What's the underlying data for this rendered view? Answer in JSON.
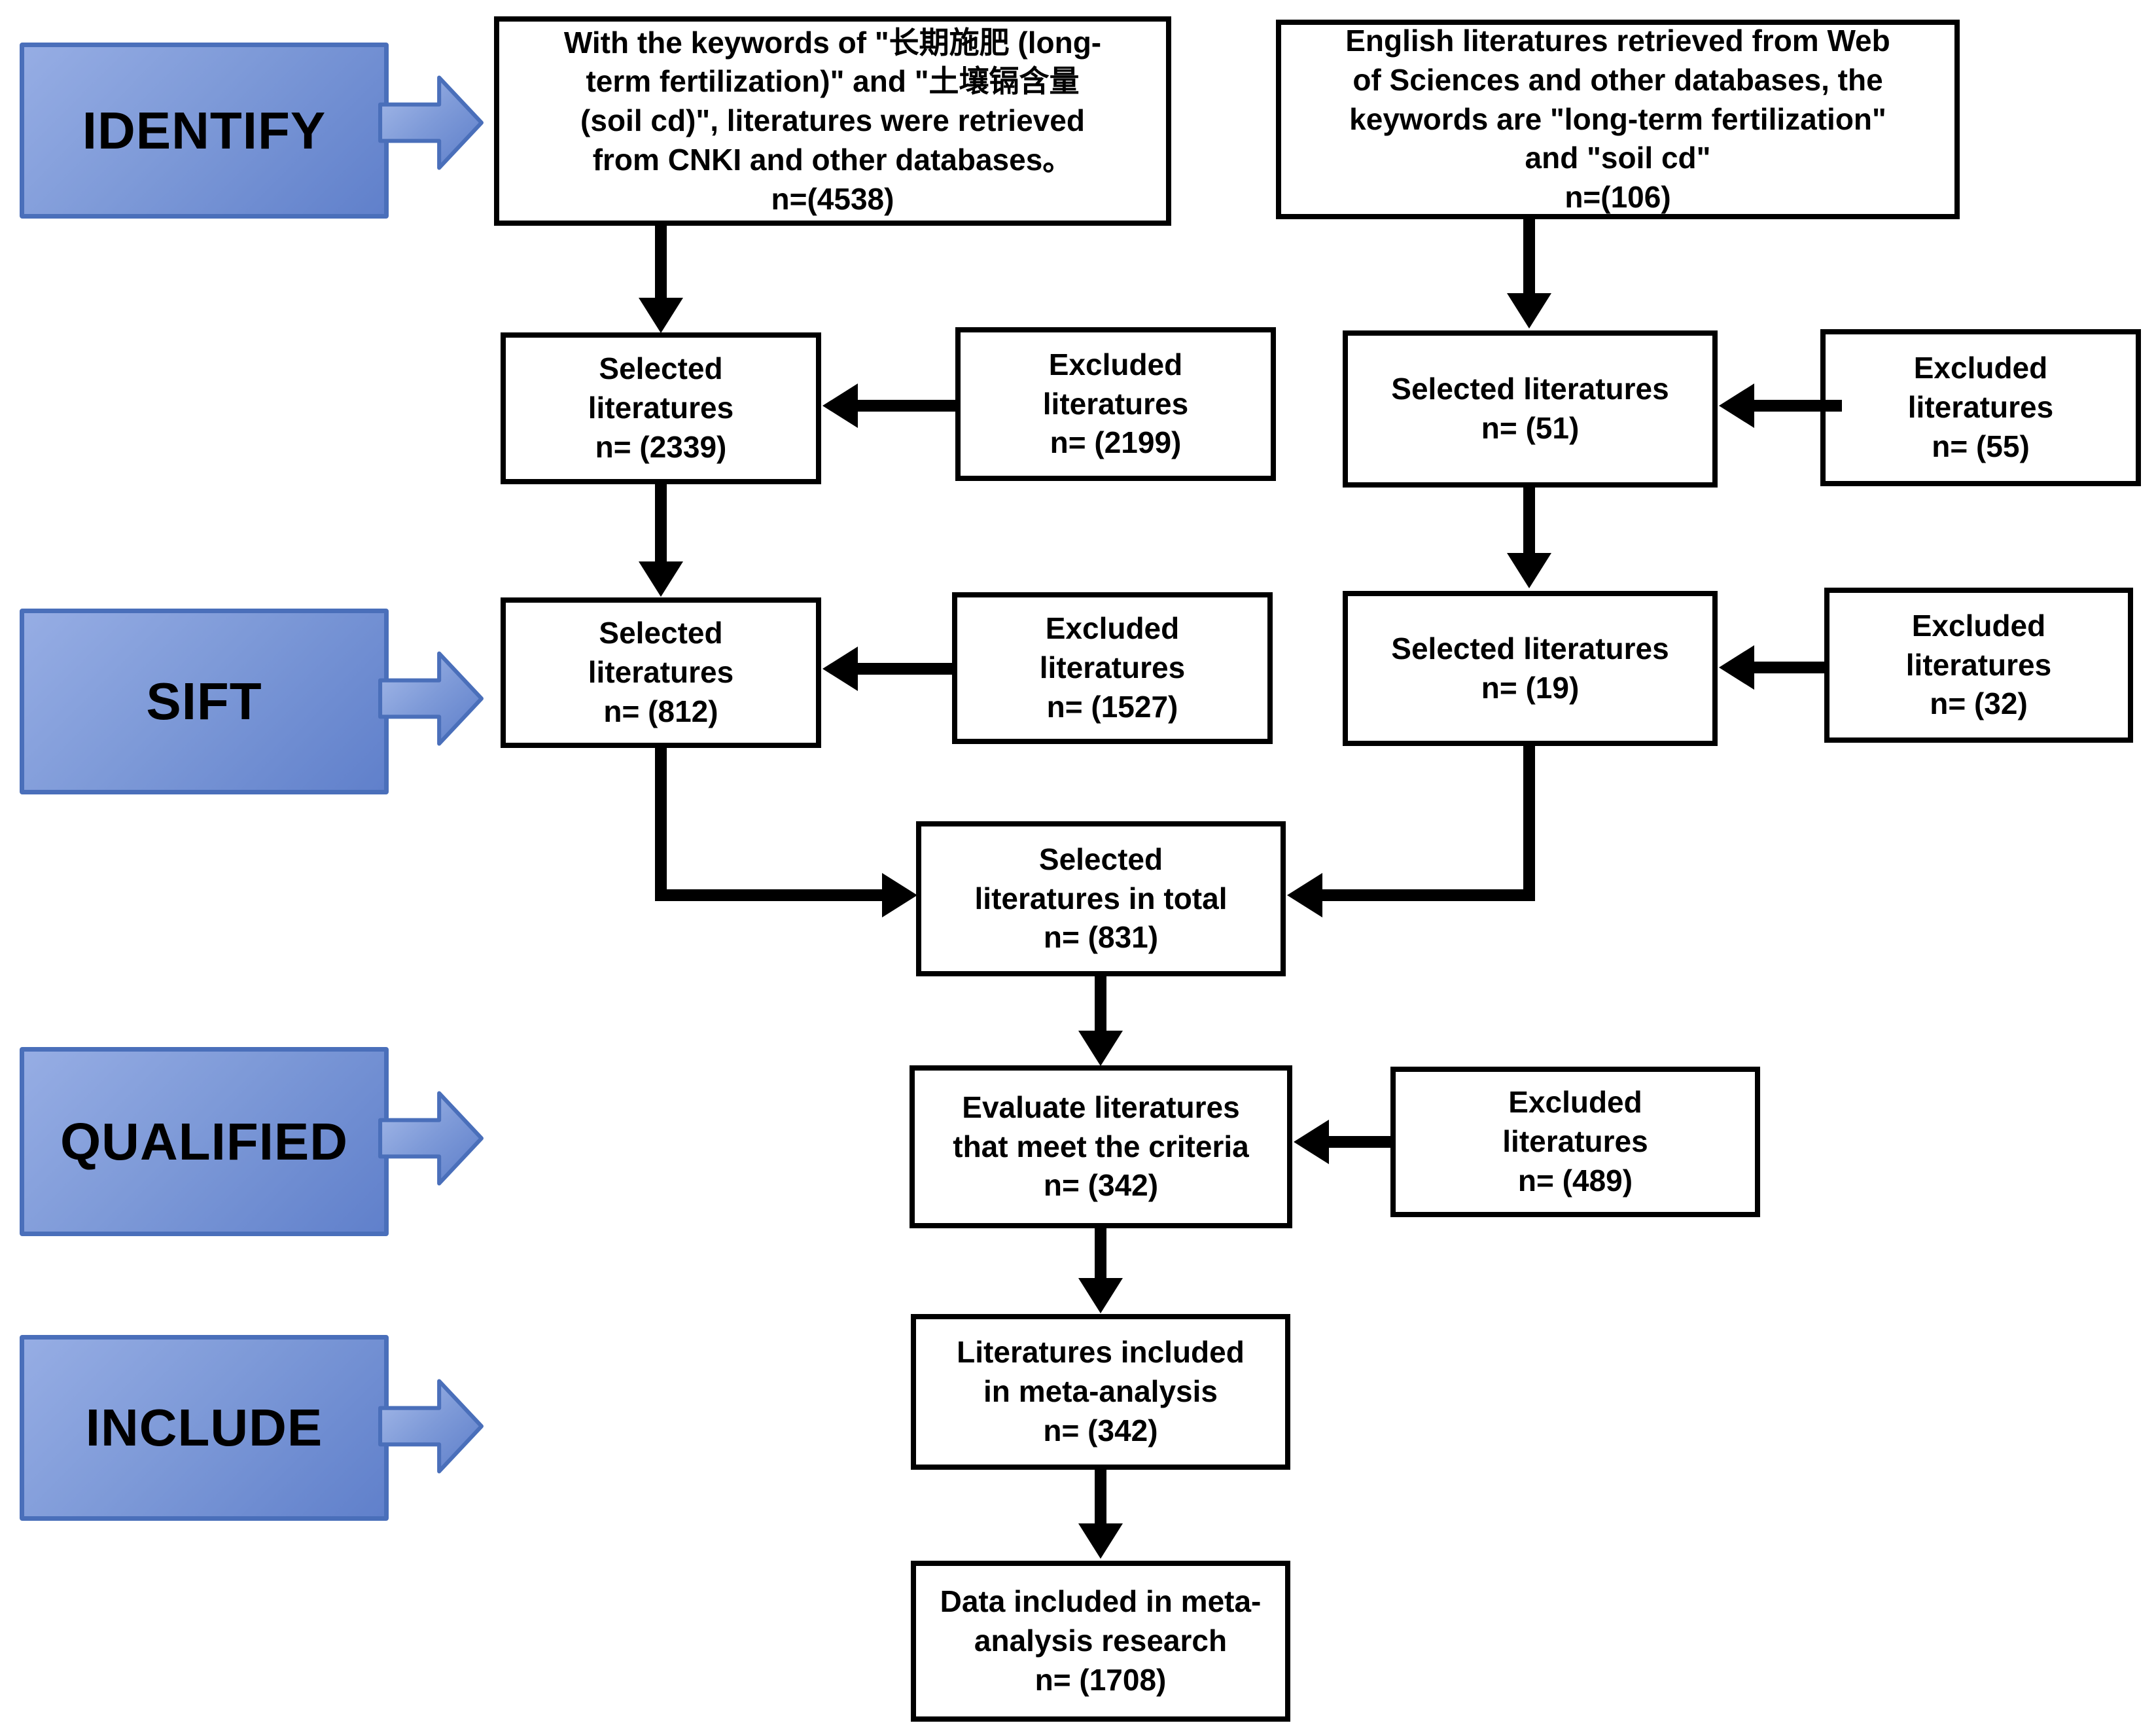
{
  "stages": {
    "identify": "IDENTIFY",
    "sift": "SIFT",
    "qualified": "QUALIFIED",
    "include": "INCLUDE"
  },
  "boxes": {
    "cnki_search": "With the keywords of \"长期施肥 (long-\nterm fertilization)\" and \"土壤镉含量\n(soil cd)\", literatures were retrieved\nfrom CNKI and other databases。\nn=(4538)",
    "wos_search": "English literatures retrieved from Web\nof Sciences and other databases, the\nkeywords are \"long-term fertilization\"\nand \"soil cd\"\nn=(106)",
    "cnki_selected_1": "Selected\nliteratures\nn= (2339)",
    "cnki_excluded_1": "Excluded\nliteratures\nn= (2199)",
    "wos_selected_1": "Selected literatures\nn= (51)",
    "wos_excluded_1": "Excluded\nliteratures\nn= (55)",
    "cnki_selected_2": "Selected\nliteratures\nn= (812)",
    "cnki_excluded_2": "Excluded\nliteratures\nn= (1527)",
    "wos_selected_2": "Selected literatures\nn= (19)",
    "wos_excluded_2": "Excluded\nliteratures\nn= (32)",
    "total_selected": "Selected\nliteratures in total\nn= (831)",
    "evaluated": "Evaluate literatures\nthat meet the criteria\nn= (342)",
    "evaluated_excluded": "Excluded\nliteratures\nn= (489)",
    "meta_included": "Literatures included\nin meta-analysis\nn= (342)",
    "data_included": "Data included in meta-\nanalysis research\nn= (1708)"
  },
  "colors": {
    "stage_fill_light": "#96ade4",
    "stage_fill_dark": "#6080cb",
    "stage_border": "#4a6fba",
    "box_background": "#ffffff",
    "box_border": "#000000",
    "arrow": "#000000",
    "background": "#ffffff"
  }
}
